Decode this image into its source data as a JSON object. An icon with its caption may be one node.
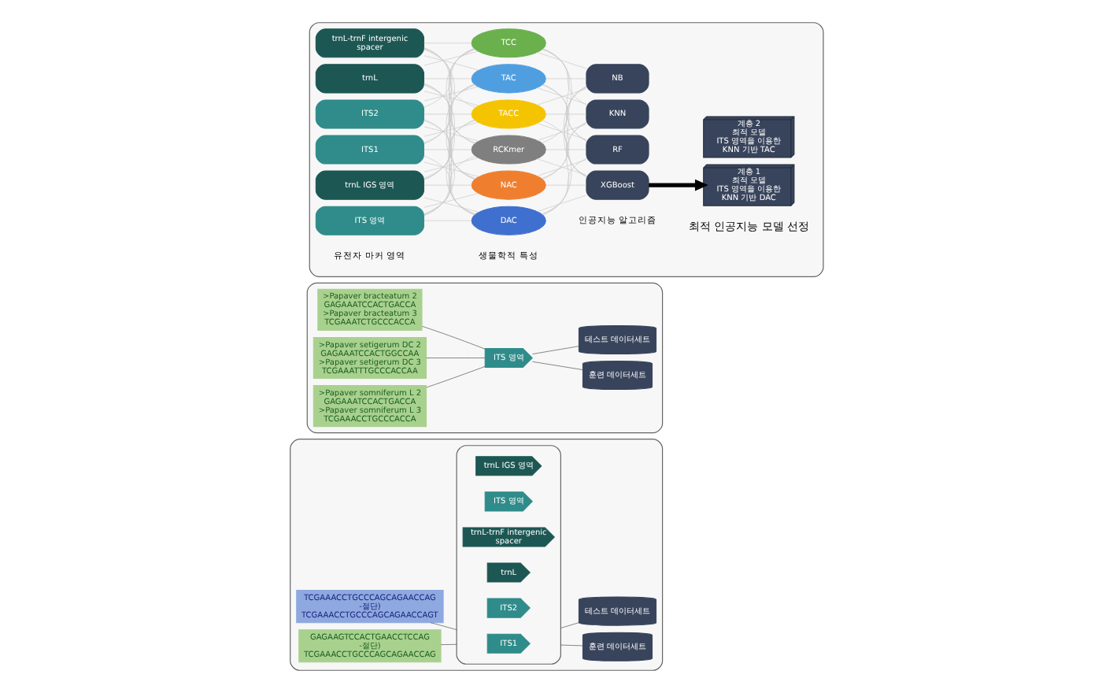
{
  "diagram": {
    "nodes": [
      {
        "text": [],
        "shape": "box"
      },
      {
        "text": [
          "TCGAAACCTGCCCAGCAGAACCAG -절단) TCGAAACCTGCCCAGCAGAACCAGT"
        ],
        "in": 0
      },
      {
        "text": [
          "GAGAAGTCCACTGAACCTCCAG -절단) TCGAAACCTGCCCAGCAGAACCAG"
        ],
        "in": 0
      },
      {
        "text": [],
        "shape": "box",
        "in": 0
      },
      {
        "text": [
          "ITS1"
        ],
        "in": 3
      },
      {
        "text": [
          "ITS2"
        ],
        "in": 3
      },
      {
        "text": [
          "trnL"
        ],
        "in": 3
      },
      {
        "text": [
          "trnL-trnF intergenic spacer"
        ],
        "in": 3
      },
      {
        "text": [
          "ITS 영역"
        ],
        "in": 3
      },
      {
        "text": [
          "trnL IGS 영역"
        ],
        "in": 3
      },
      {
        "text": [
          "훈련 데이터세트"
        ],
        "in": 0
      },
      {
        "text": [
          "테스트 데이터세트"
        ],
        "in": 0
      },
      {
        "text": [],
        "shape": "box"
      },
      {
        "text": [
          ">Papaver bracteatum 2 GAGAAATCCACTGACCA >Papaver bracteatum 3 TCGAAATCTGCCCACCA"
        ],
        "in": 12
      },
      {
        "text": [
          ">Papaver setigerum DC 2 GAGAAATCCACTGGCCAA >Papaver setigerum DC 3 TCGAAATTTGCCCACCAA"
        ],
        "in": 12
      },
      {
        "text": [
          ">Papaver somniferum L 2 GAGAAATCCACTGACCA >Papaver somniferum L 3 TCGAAACCTGCCCACCA"
        ],
        "in": 12
      },
      {
        "text": [
          "ITS 영역"
        ],
        "in": 12
      },
      {
        "text": [
          "훈련 데이터세트"
        ],
        "in": 12
      },
      {
        "text": [
          "테스트 데이터세트"
        ],
        "in": 12
      },
      {
        "text": [],
        "shape": "box"
      },
      {
        "text": [
          "ITS1"
        ],
        "in": 19
      },
      {
        "text": [
          "ITS2"
        ],
        "in": 19
      },
      {
        "text": [
          "trnL"
        ],
        "in": 19
      },
      {
        "text": [
          "trnL-trnF intergenic spacer"
        ],
        "in": 19
      },
      {
        "text": [
          "ITS 영역"
        ],
        "in": 19
      },
      {
        "text": [
          "trnL IGS 영역"
        ],
        "in": 19
      },
      {
        "text": [
          "DAC"
        ],
        "in": 19
      },
      {
        "text": [
          "NAC"
        ],
        "in": 19
      },
      {
        "text": [
          "RCKmer"
        ],
        "in": 19
      },
      {
        "text": [
          "TACC"
        ],
        "in": 19
      },
      {
        "text": [
          "TAC"
        ],
        "in": 19
      },
      {
        "text": [
          "TCC"
        ],
        "in": 19
      },
      {
        "text": [
          "KNN"
        ],
        "in": 19
      },
      {
        "text": [
          "NB"
        ],
        "in": 19
      },
      {
        "text": [
          "XGBoost"
        ],
        "in": 19
      },
      {
        "text": [
          "RF"
        ],
        "in": 19
      },
      {
        "text": [
          "계층 1",
          "최적 모델",
          "ITS 영역을 이용한",
          "KNN 기반 DAC"
        ],
        "in": 19
      },
      {
        "text": [
          "계층 2",
          "최적 모델",
          "ITS 영역을 이용한",
          "KNN 기반 TAC"
        ],
        "in": 19
      }
    ],
    "edges": [
      {
        "from": 1,
        "to": 3,
        "arrow": "none",
        "color": "#555555"
      },
      {
        "from": 2,
        "to": 3,
        "arrow": "none",
        "color": "#555555"
      },
      {
        "from": 3,
        "to": 10,
        "arrow": "none",
        "color": "#555555"
      },
      {
        "from": 3,
        "to": 11,
        "arrow": "none",
        "color": "#555555"
      },
      {
        "from": 13,
        "to": 16,
        "arrow": "none",
        "color": "#555555"
      },
      {
        "from": 14,
        "to": 16,
        "arrow": "none",
        "color": "#555555"
      },
      {
        "from": 15,
        "to": 16,
        "arrow": "none",
        "color": "#555555"
      },
      {
        "from": 16,
        "to": 17,
        "arrow": "none",
        "color": "#555555"
      },
      {
        "from": 16,
        "to": 18,
        "arrow": "none",
        "color": "#555555"
      },
      {
        "from": 20,
        "to": 26,
        "arrow": "none"
      },
      {
        "from": 20,
        "to": 27,
        "arrow": "none"
      },
      {
        "from": 20,
        "to": 28,
        "arrow": "none"
      },
      {
        "from": 20,
        "to": 29,
        "arrow": "none"
      },
      {
        "from": 20,
        "to": 30,
        "arrow": "none"
      },
      {
        "from": 20,
        "to": 31,
        "arrow": "none"
      },
      {
        "from": 21,
        "to": 26,
        "arrow": "none"
      },
      {
        "from": 21,
        "to": 27,
        "arrow": "none"
      },
      {
        "from": 21,
        "to": 28,
        "arrow": "none"
      },
      {
        "from": 21,
        "to": 29,
        "arrow": "none"
      },
      {
        "from": 21,
        "to": 30,
        "arrow": "none"
      },
      {
        "from": 21,
        "to": 31,
        "arrow": "none"
      },
      {
        "from": 22,
        "to": 26,
        "arrow": "none"
      },
      {
        "from": 22,
        "to": 27,
        "arrow": "none"
      },
      {
        "from": 22,
        "to": 28,
        "arrow": "none"
      },
      {
        "from": 22,
        "to": 29,
        "arrow": "none"
      },
      {
        "from": 22,
        "to": 30,
        "arrow": "none"
      },
      {
        "from": 22,
        "to": 31,
        "arrow": "none"
      },
      {
        "from": 23,
        "to": 26,
        "arrow": "none"
      },
      {
        "from": 23,
        "to": 27,
        "arrow": "none"
      },
      {
        "from": 23,
        "to": 28,
        "arrow": "none"
      },
      {
        "from": 23,
        "to": 29,
        "arrow": "none"
      },
      {
        "from": 23,
        "to": 30,
        "arrow": "none"
      },
      {
        "from": 23,
        "to": 31,
        "arrow": "none"
      },
      {
        "from": 24,
        "to": 26,
        "arrow": "none"
      },
      {
        "from": 24,
        "to": 27,
        "arrow": "none"
      },
      {
        "from": 24,
        "to": 28,
        "arrow": "none"
      },
      {
        "from": 24,
        "to": 29,
        "arrow": "none"
      },
      {
        "from": 24,
        "to": 30,
        "arrow": "none"
      },
      {
        "from": 24,
        "to": 31,
        "arrow": "none"
      },
      {
        "from": 25,
        "to": 26,
        "arrow": "none"
      },
      {
        "from": 25,
        "to": 27,
        "arrow": "none"
      },
      {
        "from": 25,
        "to": 28,
        "arrow": "none"
      },
      {
        "from": 25,
        "to": 29,
        "arrow": "none"
      },
      {
        "from": 25,
        "to": 30,
        "arrow": "none"
      },
      {
        "from": 25,
        "to": 31,
        "arrow": "none"
      },
      {
        "from": 26,
        "to": 32,
        "arrow": "none"
      },
      {
        "from": 26,
        "to": 33,
        "arrow": "none"
      },
      {
        "from": 26,
        "to": 34,
        "arrow": "none"
      },
      {
        "from": 26,
        "to": 35,
        "arrow": "none"
      },
      {
        "from": 27,
        "to": 32,
        "arrow": "none"
      },
      {
        "from": 27,
        "to": 33,
        "arrow": "none"
      },
      {
        "from": 27,
        "to": 34,
        "arrow": "none"
      },
      {
        "from": 27,
        "to": 35,
        "arrow": "none"
      },
      {
        "from": 28,
        "to": 32,
        "arrow": "none"
      },
      {
        "from": 28,
        "to": 33,
        "arrow": "none"
      },
      {
        "from": 28,
        "to": 34,
        "arrow": "none"
      },
      {
        "from": 28,
        "to": 35,
        "arrow": "none"
      },
      {
        "from": 29,
        "to": 32,
        "arrow": "none"
      },
      {
        "from": 29,
        "to": 33,
        "arrow": "none"
      },
      {
        "from": 29,
        "to": 34,
        "arrow": "none"
      },
      {
        "from": 29,
        "to": 35,
        "arrow": "none"
      },
      {
        "from": 30,
        "to": 32,
        "arrow": "none"
      },
      {
        "from": 30,
        "to": 33,
        "arrow": "none"
      },
      {
        "from": 30,
        "to": 34,
        "arrow": "none"
      },
      {
        "from": 30,
        "to": 35,
        "arrow": "none"
      },
      {
        "from": 31,
        "to": 32,
        "arrow": "none"
      },
      {
        "from": 31,
        "to": 33,
        "arrow": "none"
      },
      {
        "from": 31,
        "to": 34,
        "arrow": "none"
      },
      {
        "from": 31,
        "to": 35,
        "arrow": "none"
      },
      {
        "from": 34,
        "to": 36,
        "arrow": "to",
        "style": "thick",
        "color": "#000000"
      }
    ],
    "labels": [
      "유전자 마커 영역",
      "생물학적 특성",
      "인공지능 알고리즘",
      "최적 인공지능 모델 선정"
    ]
  }
}
